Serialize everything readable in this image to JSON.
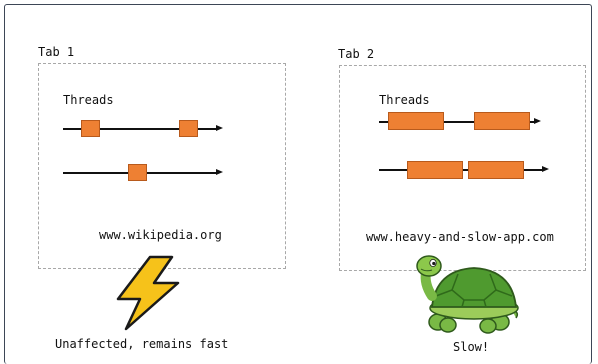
{
  "tabs": [
    {
      "title": "Tab 1",
      "threads_label": "Threads",
      "url": "www.wikipedia.org",
      "caption": "Unaffected, remains fast",
      "icon": "lightning-bolt-icon"
    },
    {
      "title": "Tab 2",
      "threads_label": "Threads",
      "url": "www.heavy-and-slow-app.com",
      "caption": "Slow!",
      "icon": "turtle-icon"
    }
  ],
  "colors": {
    "task_block": "#ee8033",
    "border": "#3d4656",
    "bolt": "#f6c21a"
  }
}
